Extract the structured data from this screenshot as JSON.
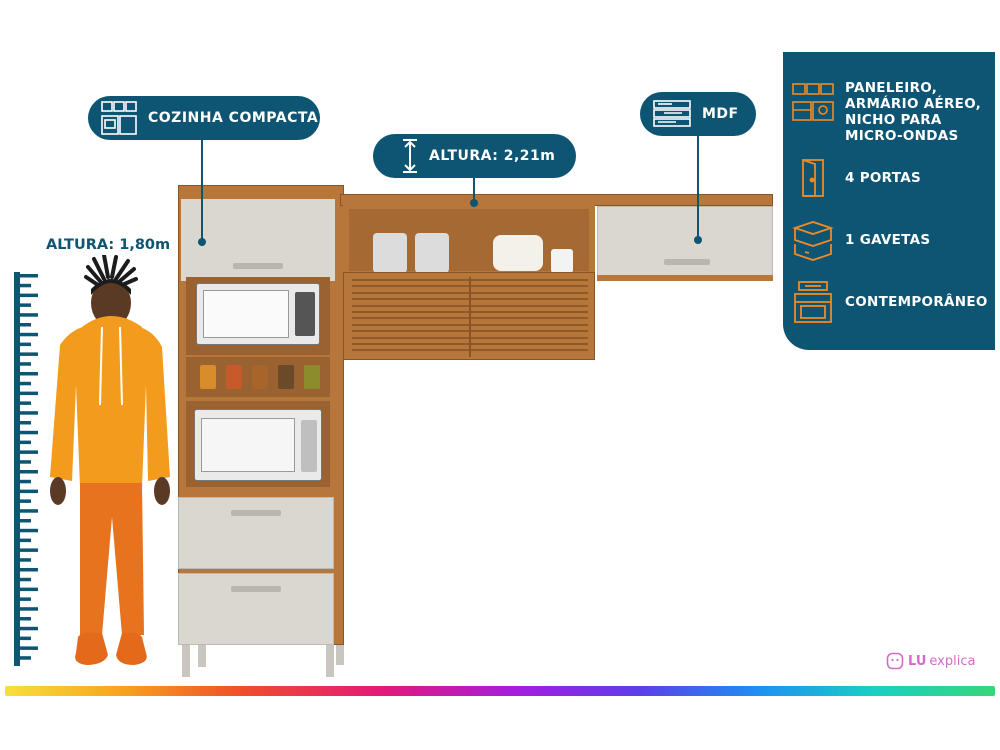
{
  "callouts": {
    "compact": "COZINHA  COMPACTA",
    "height_total": "ALTURA: 2,21m",
    "material": "MDF",
    "person_height": "ALTURA: 1,80m"
  },
  "features": [
    {
      "icon": "kitchen-cabinets-icon",
      "label": "PANELEIRO,\nARMÁRIO AÉREO,\nNICHO PARA\nMICRO-ONDAS"
    },
    {
      "icon": "door-icon",
      "label": "4 PORTAS"
    },
    {
      "icon": "drawer-icon",
      "label": "1 GAVETAS"
    },
    {
      "icon": "stove-icon",
      "label": "CONTEMPORÂNEO"
    }
  ],
  "brand": {
    "lu": "LU",
    "explica": "explica"
  },
  "colors": {
    "navy": "#0d5573",
    "orange": "#e8731f",
    "wood": "#b8773a",
    "door": "#d9d7cf"
  }
}
